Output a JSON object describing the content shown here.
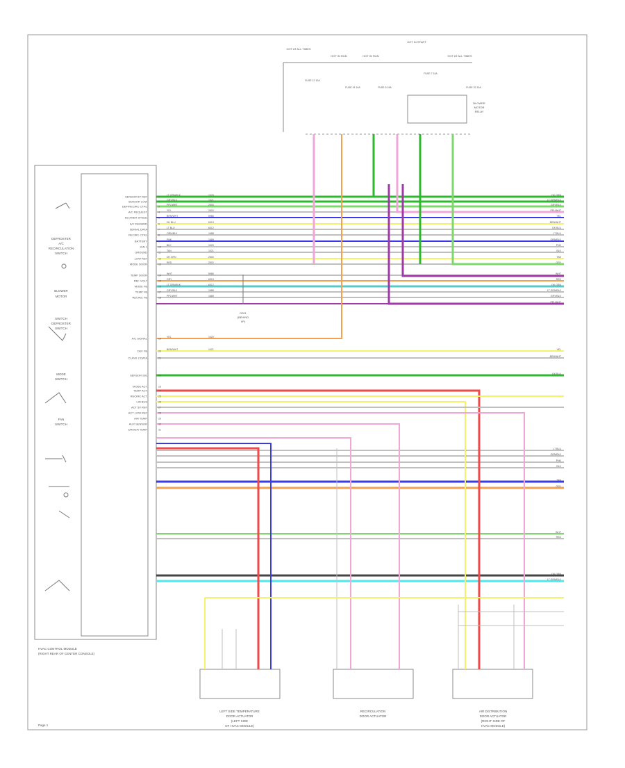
{
  "diagram": {
    "module_caption": [
      "HVAC CONTROL MODULE",
      "(RIGHT REAR OF CENTER CONSOLE)"
    ],
    "page_number": "Page 1",
    "ground_label": [
      "G201",
      "(BEHIND",
      "I/P)"
    ],
    "left_devices": [
      "DEFROSTER",
      "A/C",
      "RECIRCULATION",
      "SWITCH",
      "BLOWER",
      "MOTOR",
      "SWITCH",
      "DEFROSTER",
      "SWITCH",
      "MODE",
      "SWITCH",
      "FAN",
      "SWITCH"
    ],
    "pin_labels": [
      "SENSOR 5V REF",
      "SENSOR LOW",
      "DEF/RECIRC CTRL",
      "A/C REQUEST",
      "BLOWER SPEED",
      "A/C DEMAND",
      "SERIAL DATA",
      "RECIRC CTRL",
      "BATTERY",
      "IGN 1",
      "GROUND",
      "LOW REF",
      "MODE DOOR",
      "TEMP DOOR",
      "REF VOLT",
      "MODE FB",
      "TEMP FB",
      "RECIRC FB",
      "A/C SIGNAL",
      "DEF FB",
      "CLASS 2 DATA",
      "SENSOR SIG",
      "MODE ACT",
      "TEMP ACT",
      "RECIRC ACT",
      "LIN BUS",
      "ACT 5V REF",
      "ACT LOW REF",
      "AIR TEMP",
      "AUX SENSOR",
      "DRIVER TEMP"
    ],
    "wire_colors_left": [
      "LT GRN/BLK",
      "GRY/BLK",
      "PPL/WHT",
      "YEL",
      "BRN/WHT",
      "DK BLU",
      "LT BLU",
      "ORN/BLK",
      "PNK",
      "BLK",
      "TAN",
      "DK GRN",
      "RED",
      "WHT",
      "GRY"
    ],
    "circuit_numbers": [
      "1020",
      "1021",
      "2500",
      "2502",
      "5986",
      "6313",
      "6312",
      "1688",
      "1689"
    ],
    "bottom_components": [
      {
        "lines": [
          "LEFT SIDE TEMPERATURE",
          "DOOR ACTUATOR",
          "(LEFT SIDE",
          "OF HVAC MODULE)"
        ]
      },
      {
        "lines": [
          "RECIRCULATION",
          "DOOR ACTUATOR"
        ]
      },
      {
        "lines": [
          "AIR DISTRIBUTION",
          "DOOR ACTUATOR",
          "(RIGHT SIDE OF",
          "HVAC MODULE)"
        ]
      }
    ],
    "top_fuse_labels": [
      "HOT AT ALL TIMES",
      "HOT IN RUN",
      "HOT IN RUN",
      "HOT IN START",
      "HOT AT ALL TIMES"
    ],
    "top_fuses": [
      "FUSE 12 10A",
      "FUSE 24 10A",
      "FUSE 5 15A",
      "FUSE 7 10A",
      "FUSE 22 10A"
    ],
    "relay_label": [
      "BLOWER",
      "MOTOR",
      "RELAY"
    ],
    "right_labels": [
      "DK GRN",
      "LT GRN/BLK",
      "GRY/BLK",
      "PPL/WHT",
      "YEL",
      "BRN/WHT",
      "DK BLU",
      "LT BLU",
      "ORN/BLK",
      "PNK",
      "BLK",
      "TAN",
      "GRY",
      "WHT",
      "RED"
    ],
    "colors": {
      "green": "#2db82d",
      "lime": "#7cd86b",
      "grey": "#bfbfbf",
      "yellow": "#f2f26b",
      "pink": "#f2a6d8",
      "blue": "#3a3ae8",
      "orange": "#f5a050",
      "red": "#f04a4a",
      "purple": "#a038a8",
      "teal": "#58c8c8",
      "cyan": "#4de8f2",
      "black": "#444444"
    }
  }
}
